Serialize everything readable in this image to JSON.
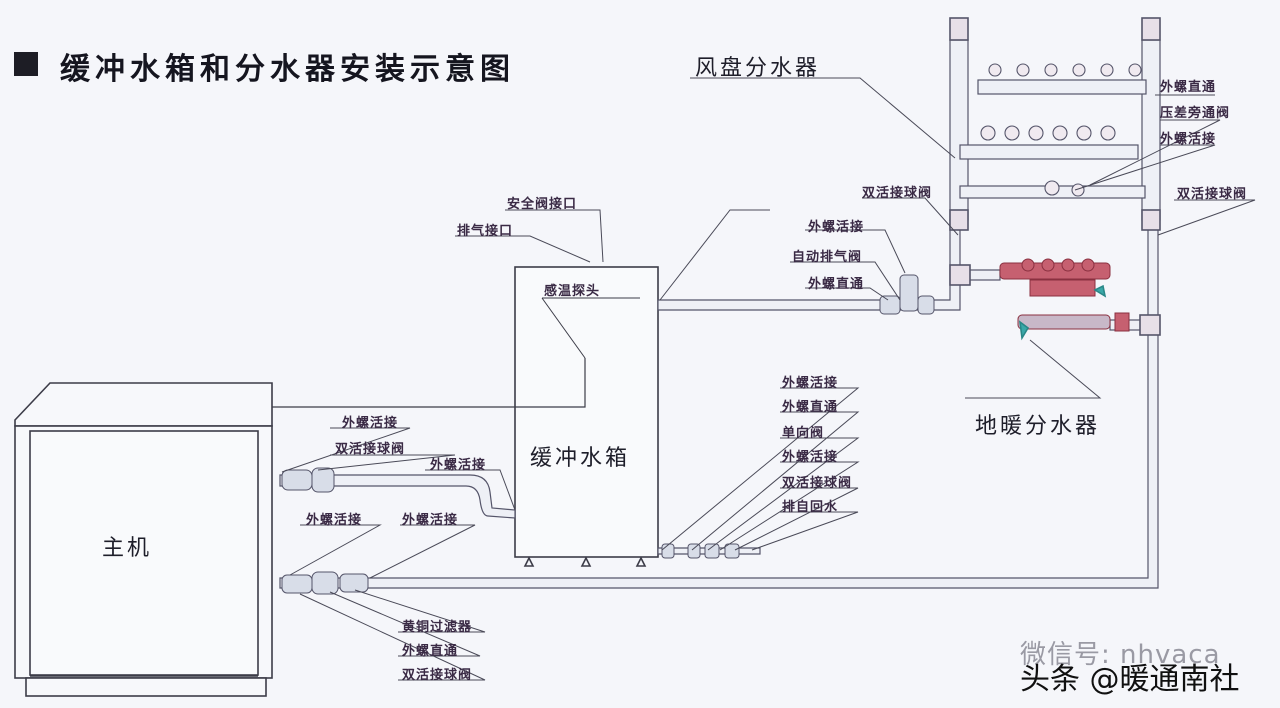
{
  "title": "缓冲水箱和分水器安装示意图",
  "components": {
    "host": "主机",
    "buffer_tank": "缓冲水箱",
    "fan_coil_manifold": "风盘分水器",
    "floor_heating_manifold": "地暖分水器"
  },
  "labels": {
    "tank_top": [
      "安全阀接口",
      "排气接口"
    ],
    "tank_sensor": "感温探头",
    "fan_coil": [
      "外螺直通",
      "压差旁通阀",
      "外螺活接",
      "双活接球阀",
      "双活接球阀"
    ],
    "supply_line": [
      "外螺活接",
      "自动排气阀",
      "外螺直通"
    ],
    "tank_bottom": [
      "外螺活接",
      "外螺直通",
      "单向阀",
      "外螺活接",
      "双活接球阀",
      "排自回水"
    ],
    "host_upper": [
      "外螺活接",
      "双活接球阀",
      "外螺活接"
    ],
    "host_lower": [
      "外螺活接",
      "外螺活接"
    ],
    "host_bottom": [
      "黄铜过滤器",
      "外螺直通",
      "双活接球阀"
    ]
  },
  "watermark": {
    "line1": "微信号: nhvaca",
    "line2": "头条 @暖通南社"
  },
  "colors": {
    "line": "#3c3c48",
    "pipe_fill": "#eef0f6",
    "valve_red": "#b04050",
    "valve_teal": "#3aa8a8"
  }
}
